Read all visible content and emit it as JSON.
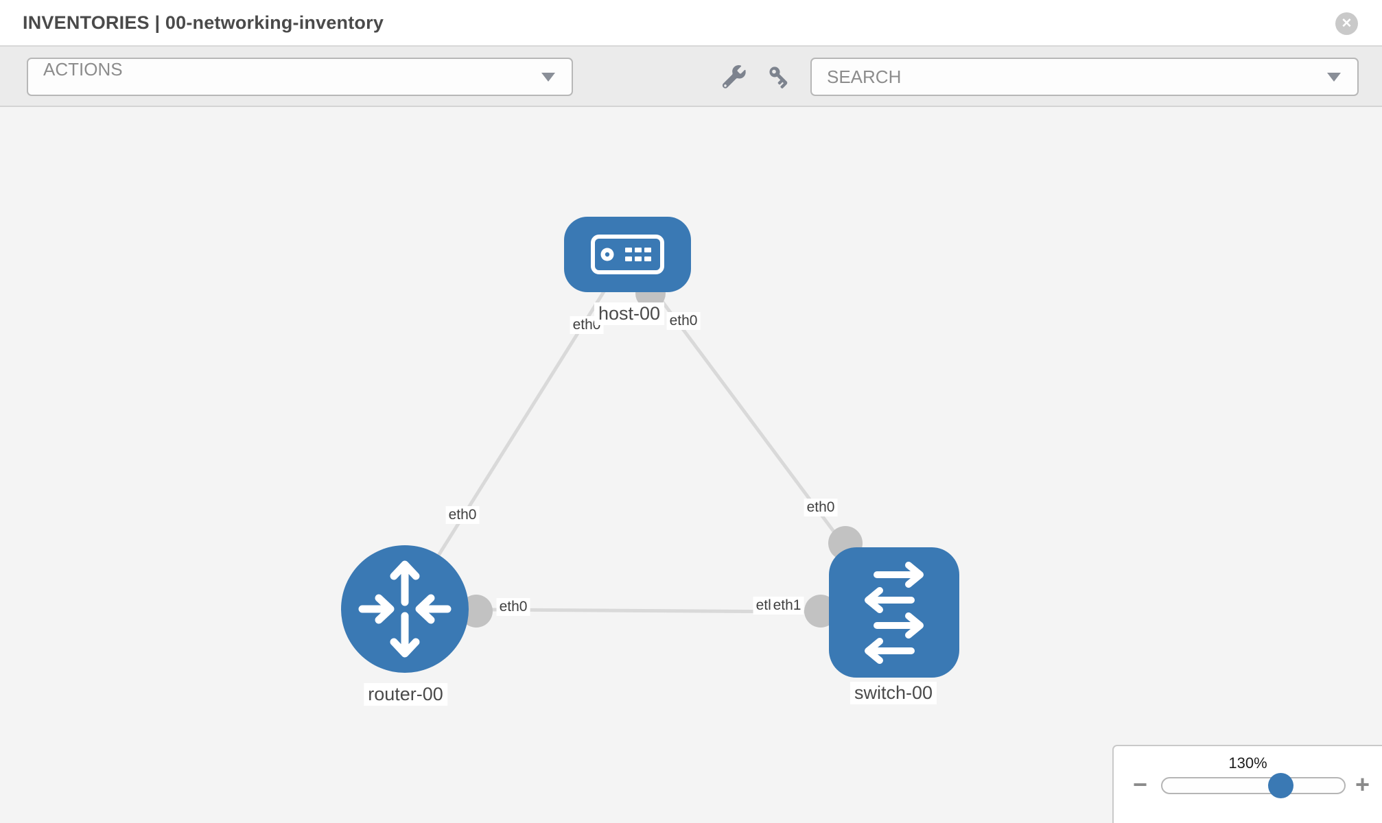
{
  "header": {
    "title": "INVENTORIES | 00-networking-inventory",
    "close_label": "✕"
  },
  "toolbar": {
    "actions_label": "ACTIONS",
    "search_placeholder": "SEARCH"
  },
  "topology": {
    "nodes": [
      {
        "id": "host-00",
        "label": "host-00",
        "type": "host"
      },
      {
        "id": "router-00",
        "label": "router-00",
        "type": "router"
      },
      {
        "id": "switch-00",
        "label": "switch-00",
        "type": "switch"
      }
    ],
    "links": [
      {
        "from": "host-00",
        "from_interface": "eth0",
        "to": "router-00",
        "to_interface": "eth0"
      },
      {
        "from": "host-00",
        "from_interface": "eth0",
        "to": "switch-00",
        "to_interface": "eth0"
      },
      {
        "from": "router-00",
        "from_interface": "eth0",
        "to": "switch-00",
        "to_interface": "eth1"
      }
    ],
    "interface_labels": {
      "host_end_to_router": "eth0",
      "host_end_to_switch": "eth0",
      "router_end_to_host": "eth0",
      "switch_end_to_host": "eth0",
      "router_end_to_switch": "eth0",
      "switch_end_to_router": "eth1",
      "switch_end_to_router_shadow": "eth1"
    }
  },
  "zoom_control": {
    "level": "130%",
    "minus": "−",
    "plus": "+"
  },
  "colors": {
    "node_blue": "#3a79b4",
    "link_gray": "#d9d9d9",
    "endpoint_gray": "#c2c2c2",
    "canvas_bg": "#f4f4f4",
    "toolbar_bg": "#ebebeb"
  }
}
